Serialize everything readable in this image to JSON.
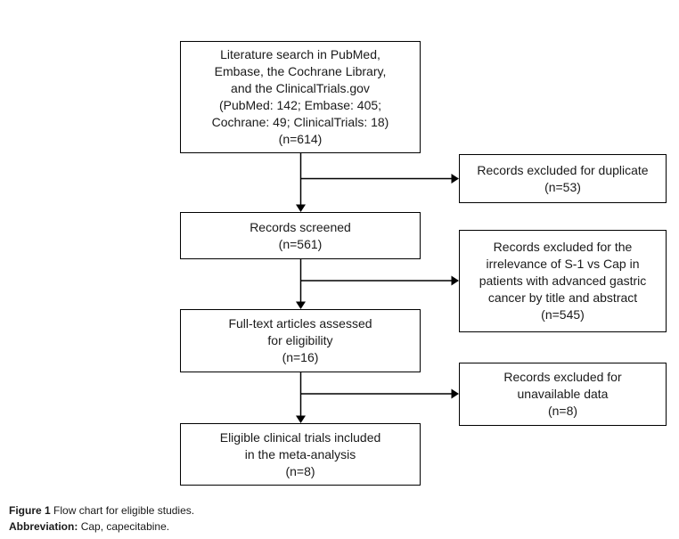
{
  "diagram": {
    "boxes": {
      "literature_search": "Literature search in PubMed,\nEmbase, the Cochrane Library,\nand the ClinicalTrials.gov\n(PubMed: 142; Embase: 405;\nCochrane: 49; ClinicalTrials: 18)\n(n=614)",
      "records_excluded_duplicate": "Records excluded for duplicate\n(n=53)",
      "records_screened": "Records screened\n(n=561)",
      "records_excluded_irrelevance": "Records excluded for the\nirrelevance of S-1 vs Cap in\npatients with advanced gastric\ncancer by title and abstract\n(n=545)",
      "fulltext_assessed": "Full-text articles assessed\nfor eligibility\n(n=16)",
      "records_excluded_unavailable": "Records excluded for\nunavailable data\n(n=8)",
      "eligible_trials": "Eligible clinical trials included\nin the meta-analysis\n(n=8)"
    },
    "flow": [
      {
        "from": "literature_search",
        "to": "records_excluded_duplicate"
      },
      {
        "from": "literature_search",
        "to": "records_screened"
      },
      {
        "from": "records_screened",
        "to": "records_excluded_irrelevance"
      },
      {
        "from": "records_screened",
        "to": "fulltext_assessed"
      },
      {
        "from": "fulltext_assessed",
        "to": "records_excluded_unavailable"
      },
      {
        "from": "fulltext_assessed",
        "to": "eligible_trials"
      }
    ],
    "counts": {
      "search_total": 614,
      "pubmed": 142,
      "embase": 405,
      "cochrane": 49,
      "clinicaltrials": 18,
      "duplicates_excluded": 53,
      "screened": 561,
      "irrelevant_excluded": 545,
      "fulltext_assessed": 16,
      "unavailable_data_excluded": 8,
      "included": 8
    },
    "colors": {
      "border": "#000000",
      "text": "#1a1a1a",
      "background": "#ffffff"
    }
  },
  "caption": {
    "figure_label": "Figure 1",
    "figure_text": "Flow chart for eligible studies.",
    "abbreviation_label": "Abbreviation:",
    "abbreviation_text": "Cap, capecitabine."
  }
}
